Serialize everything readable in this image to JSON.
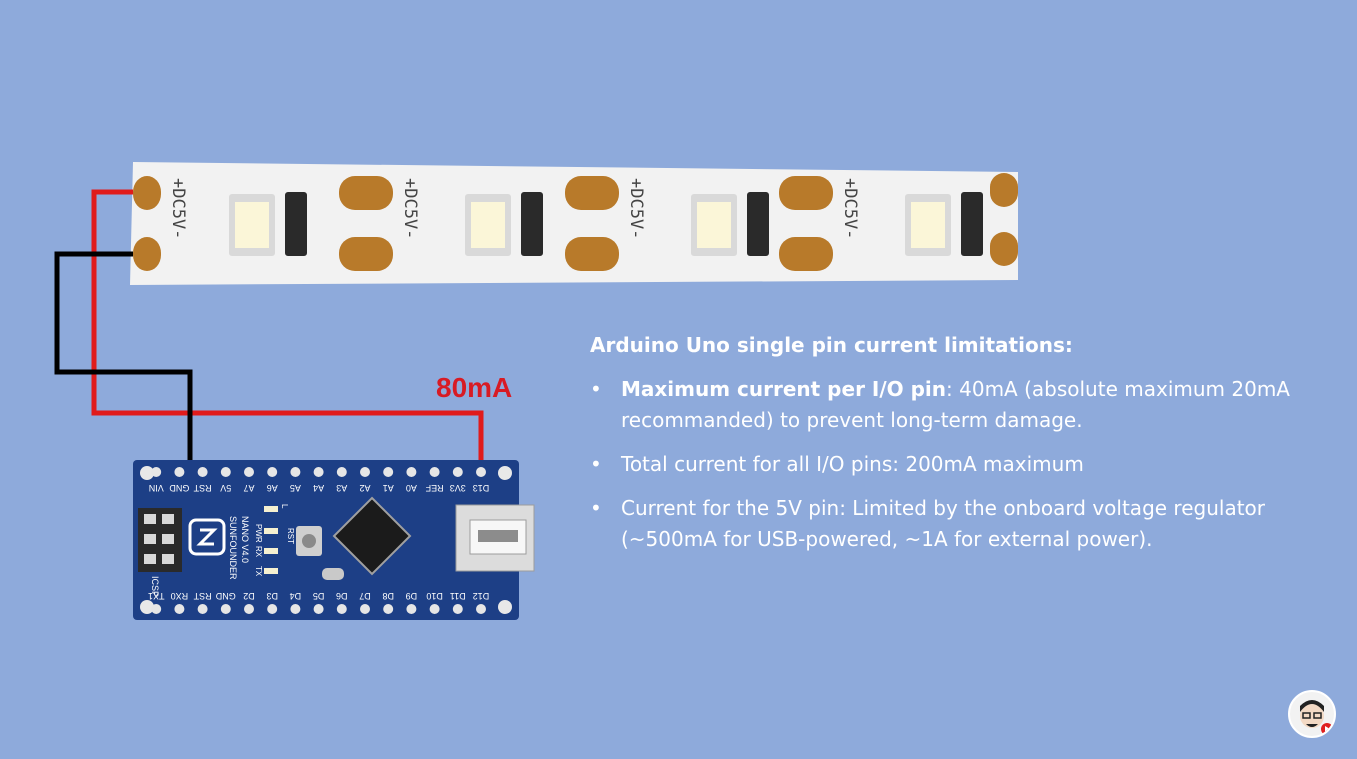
{
  "notes": {
    "title": "Arduino Uno single pin current limitations:",
    "items": [
      {
        "key": "Maximum current per I/O pin",
        "sep": ":",
        "text": " 40mA (absolute maximum 20mA recommanded) to prevent long-term damage."
      },
      {
        "key": "Total current for all I/O pins:",
        "sep": "",
        "text": " 200mA maximum"
      },
      {
        "key": "Current for the 5V pin:",
        "sep": "",
        "text": " Limited by the onboard voltage regulator (~500mA for USB-powered, ~1A for external power)."
      }
    ],
    "bullet": "•"
  },
  "wiring": {
    "current_label": "80mA"
  },
  "strip": {
    "pad_label": "+DC5V-"
  },
  "board": {
    "brand": "SUNFOUNDER",
    "model": "NANO V4.0",
    "top_pins": [
      "D13",
      "3V3",
      "REF",
      "A0",
      "A1",
      "A2",
      "A3",
      "A4",
      "A5",
      "A6",
      "A7",
      "5V",
      "RST",
      "GND",
      "VIN"
    ],
    "bottom_pins": [
      "TX1",
      "RX0",
      "RST",
      "GND",
      "D2",
      "D3",
      "D4",
      "D5",
      "D6",
      "D7",
      "D8",
      "D9",
      "D10",
      "D11",
      "D12"
    ],
    "icsp_label": "ICSP",
    "rst_label": "RST",
    "led_labels": [
      "L",
      "PWR",
      "RX",
      "TX"
    ]
  },
  "colors": {
    "background": "#8eaadb",
    "wire_positive": "#e01b1b",
    "wire_ground": "#000000",
    "board": "#1d3f86",
    "strip": "#f2f2f2",
    "pad": "#b87a2a",
    "label_red": "#d81b24"
  }
}
